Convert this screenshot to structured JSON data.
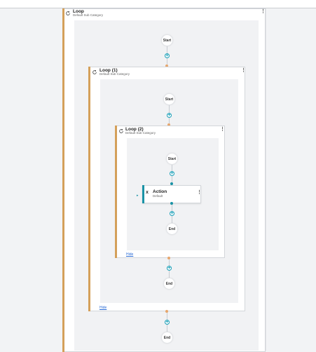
{
  "outer_loop": {
    "title": "Loop",
    "subtitle": "Default Sub Category",
    "start": "Start",
    "end": "End"
  },
  "loop1": {
    "title": "Loop (1)",
    "subtitle": "Default Sub Category",
    "start": "Start",
    "end": "End",
    "hide": "Hide"
  },
  "loop2": {
    "title": "Loop (2)",
    "subtitle": "Default Sub Category",
    "start": "Start",
    "end": "End",
    "hide": "Hide"
  },
  "action": {
    "title": "Action",
    "subtitle": "Default"
  },
  "colors": {
    "accent": "#d4a05a",
    "teal": "#1a93a6",
    "link": "#2b6cd6"
  }
}
